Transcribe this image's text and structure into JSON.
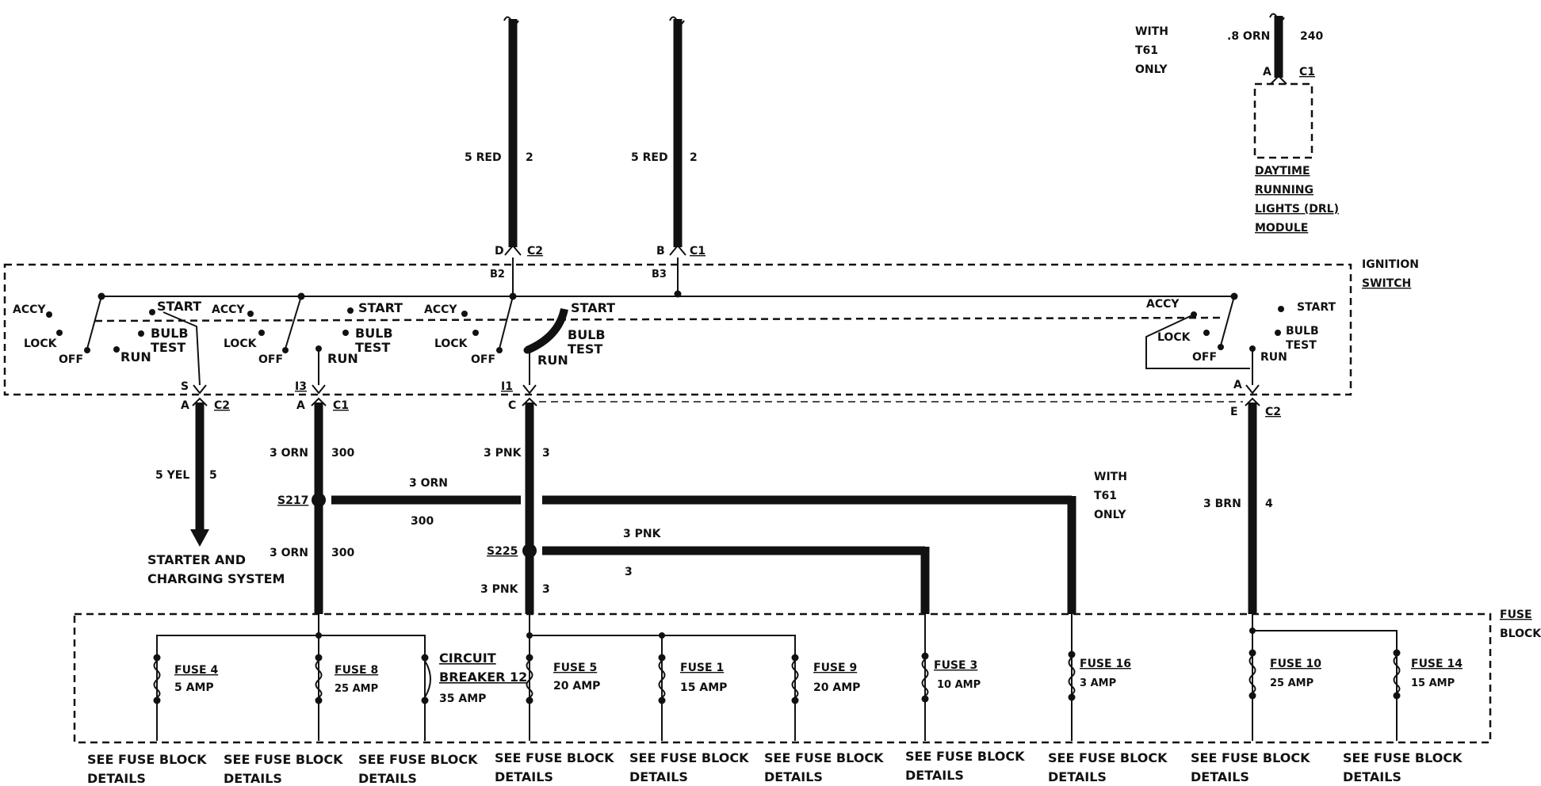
{
  "ignition_switch": {
    "label_line1": "IGNITION",
    "label_line2": "SWITCH"
  },
  "fuse_block": {
    "label_line1": "FUSE",
    "label_line2": "BLOCK"
  },
  "drl_module": {
    "line1": "DAYTIME",
    "line2": "RUNNING",
    "line3": "LIGHTS (DRL)",
    "line4": "MODULE"
  },
  "with_t61_top": {
    "line1": "WITH",
    "line2": "T61",
    "line3": "ONLY"
  },
  "with_t61_mid": {
    "line1": "WITH",
    "line2": "T61",
    "line3": "ONLY"
  },
  "switch_positions": {
    "accy": "ACCY",
    "lock": "LOCK",
    "off": "OFF",
    "run": "RUN",
    "start": "START",
    "bulb": "BULB",
    "test": "TEST"
  },
  "top_wires": {
    "left_wire": "5 RED",
    "left_circuit": "2",
    "left_pin": "D",
    "left_conn": "C2",
    "left_term": "B2",
    "right_wire": "5 RED",
    "right_circuit": "2",
    "right_pin": "B",
    "right_conn": "C1",
    "right_term": "B3",
    "drl_wire": ".8 ORN",
    "drl_circuit": "240",
    "drl_pin": "A",
    "drl_conn": "C1"
  },
  "bottom_connectors": {
    "s_term": "S",
    "s_pin": "A",
    "s_conn": "C2",
    "i3_term": "I3",
    "i3_pin": "A",
    "i3_conn": "C1",
    "i1_term": "I1",
    "i1_pin": "C",
    "a_term": "A",
    "e_pin": "E",
    "e_conn": "C2"
  },
  "wires": {
    "yel_wire": "5 YEL",
    "yel_circuit": "5",
    "orn_top_wire": "3 ORN",
    "orn_top_circuit": "300",
    "orn_bot_wire": "3 ORN",
    "orn_bot_circuit": "300",
    "orn_branch_wire": "3 ORN",
    "orn_branch_circuit": "300",
    "pnk_top_wire": "3 PNK",
    "pnk_top_circuit": "3",
    "pnk_bot_wire": "3 PNK",
    "pnk_bot_circuit": "3",
    "pnk_branch_wire": "3 PNK",
    "pnk_branch_circuit": "3",
    "brn_wire": "3 BRN",
    "brn_circuit": "4"
  },
  "splices": {
    "s217": "S217",
    "s225": "S225"
  },
  "starter": {
    "line1": "STARTER AND",
    "line2": "CHARGING SYSTEM"
  },
  "fuses": [
    {
      "name": "FUSE 4",
      "rating": "5 AMP"
    },
    {
      "name": "FUSE 8",
      "rating": "25 AMP"
    },
    {
      "name": "CIRCUIT",
      "name2": "BREAKER 12",
      "rating": "35 AMP"
    },
    {
      "name": "FUSE 5",
      "rating": "20 AMP"
    },
    {
      "name": "FUSE 1",
      "rating": "15 AMP"
    },
    {
      "name": "FUSE 9",
      "rating": "20 AMP"
    },
    {
      "name": "FUSE 3",
      "rating": "10 AMP"
    },
    {
      "name": "FUSE 16",
      "rating": "3 AMP"
    },
    {
      "name": "FUSE 10",
      "rating": "25 AMP"
    },
    {
      "name": "FUSE 14",
      "rating": "15 AMP"
    }
  ],
  "see_details": {
    "line1": "SEE FUSE BLOCK",
    "line2": "DETAILS"
  }
}
